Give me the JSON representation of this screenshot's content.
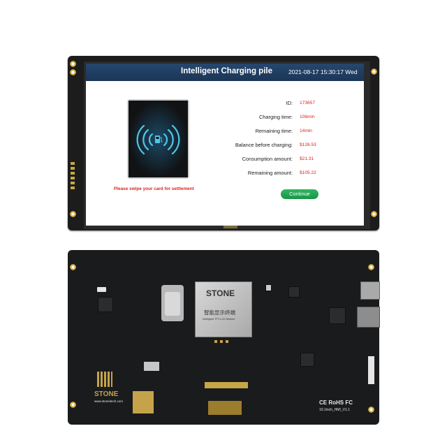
{
  "screen": {
    "title": "Intelligent Charging pile",
    "datetime": "2021-08-17 15:30:17 Wed",
    "prompt": "Please swipe your card for settlement",
    "fields": [
      {
        "label": "ID:",
        "value": "173657"
      },
      {
        "label": "Charging time:",
        "value": "106min"
      },
      {
        "label": "Remaining time:",
        "value": "14min"
      },
      {
        "label": "Balance before charging:",
        "value": "$126.53"
      },
      {
        "label": "Consumption amount:",
        "value": "$21.31"
      },
      {
        "label": "Remaining amount:",
        "value": "$105.22"
      }
    ],
    "continue_label": "Continue",
    "card_icon": "nfc-fuel-icon",
    "colors": {
      "header": "#1e3c61",
      "accent_red": "#e02020",
      "button_green": "#22a252"
    }
  },
  "pcb": {
    "brand": "STONE",
    "chip_title": "智能显示终端",
    "chip_subtitle": "Intelligent TFT-LCD Module",
    "website": "www.stoneitech.com",
    "model": "10.1inch_HMI_V1.1",
    "cert_marks": "CE RoHS FC"
  }
}
